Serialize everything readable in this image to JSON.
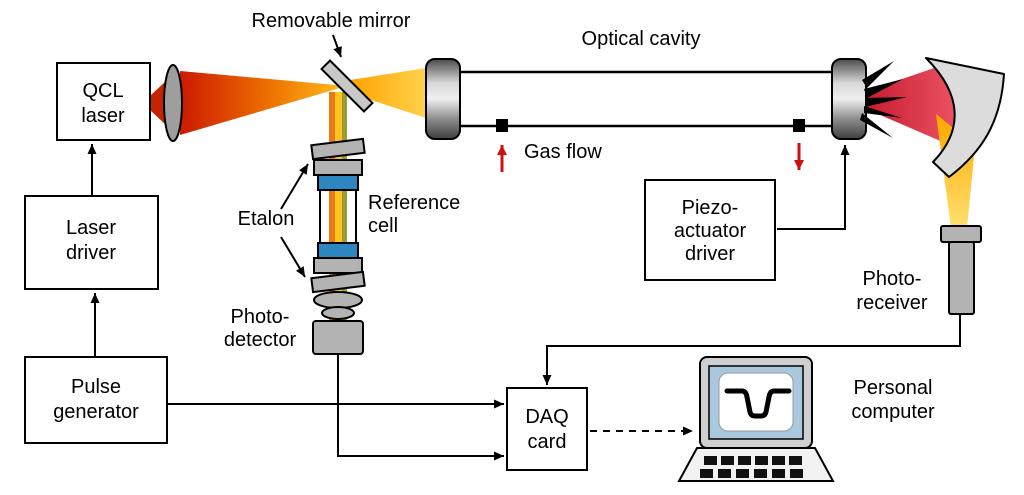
{
  "labels": {
    "removable_mirror": "Removable mirror",
    "optical_cavity": "Optical cavity",
    "gas_flow": "Gas flow",
    "etalon": "Etalon",
    "reference_line1": "Reference",
    "reference_line2": "cell",
    "photo_detector_line1": "Photo-",
    "photo_detector_line2": "detector",
    "photo_receiver_line1": "Photo-",
    "photo_receiver_line2": "receiver",
    "personal_computer_line1": "Personal",
    "personal_computer_line2": "computer"
  },
  "boxes": {
    "qcl_laser_line1": "QCL",
    "qcl_laser_line2": "laser",
    "laser_driver_line1": "Laser",
    "laser_driver_line2": "driver",
    "pulse_generator_line1": "Pulse",
    "pulse_generator_line2": "generator",
    "piezo_driver_line1": "Piezo-",
    "piezo_driver_line2": "actuator",
    "piezo_driver_line3": "driver",
    "daq_card_line1": "DAQ",
    "daq_card_line2": "card"
  },
  "colors": {
    "beam_red": "#c42400",
    "beam_orange": "#ee7300",
    "beam_yellow": "#ffc020",
    "beam_crimson": "#c61a30",
    "gas_arrow_red": "#cc1111",
    "component_gray": "#b3b3b3",
    "mirror_gray": "#c8c8c8",
    "cell_window_blue": "#2e86c1",
    "laptop_screen_blue": "#a9c7dd",
    "outline_black": "#000000"
  }
}
